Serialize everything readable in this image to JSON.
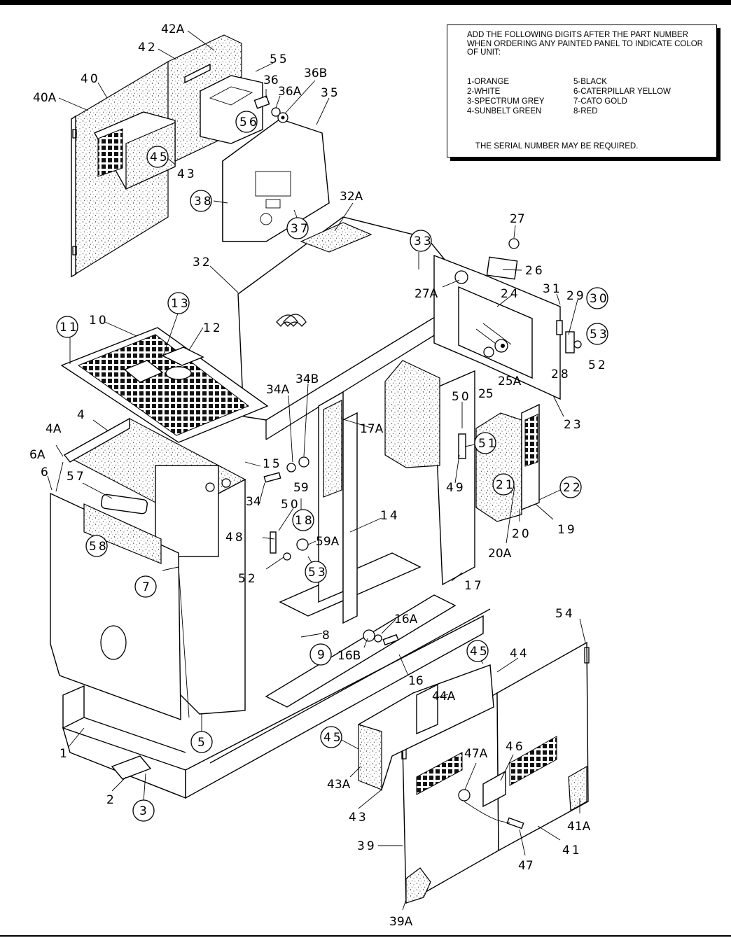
{
  "note": {
    "text": "ADD THE FOLLOWING DIGITS AFTER THE PART NUMBER WHEN ORDERING ANY PAINTED PANEL TO INDICATE COLOR OF UNIT:",
    "colors_left": [
      "1-ORANGE",
      "2-WHITE",
      "3-SPECTRUM GREY",
      "4-SUNBELT GREEN"
    ],
    "colors_right": [
      "5-BLACK",
      "6-CATERPILLAR YELLOW",
      "7-CATO GOLD",
      "8-RED"
    ],
    "serial": "THE SERIAL NUMBER MAY BE REQUIRED."
  },
  "callouts": {
    "c42A": "42A",
    "c42": "42",
    "c40": "40",
    "c40A": "40A",
    "c55": "55",
    "c36": "36",
    "c36A": "36A",
    "c36B": "36B",
    "c35": "35",
    "c56": "56",
    "c45a": "45",
    "c43a": "43",
    "c38": "38",
    "c37": "37",
    "c32A": "32A",
    "c33": "33",
    "c27": "27",
    "c26": "26",
    "c27A": "27A",
    "c24": "24",
    "c31": "31",
    "c29": "29",
    "c30": "30",
    "c53a": "53",
    "c52a": "52",
    "c28": "28",
    "c25": "25",
    "c25A": "25A",
    "c23": "23",
    "c32": "32",
    "c13": "13",
    "c12": "12",
    "c11": "11",
    "c10": "10",
    "c34A": "34A",
    "c34B": "34B",
    "c17A": "17A",
    "c50a": "50",
    "c51": "51",
    "c22": "22",
    "c21": "21",
    "c19": "19",
    "c20": "20",
    "c20A": "20A",
    "c4": "4",
    "c4A": "4A",
    "c6A": "6A",
    "c6": "6",
    "c57": "57",
    "c15": "15",
    "c59": "59",
    "c50b": "50",
    "c34": "34",
    "c18": "18",
    "c14": "14",
    "c49": "49",
    "c58": "58",
    "c48": "48",
    "c59A": "59A",
    "c17": "17",
    "c7": "7",
    "c52b": "52",
    "c53b": "53",
    "c54": "54",
    "c8": "8",
    "c16A": "16A",
    "c45b": "45",
    "c44": "44",
    "c9": "9",
    "c16B": "16B",
    "c16": "16",
    "c44A": "44A",
    "c1": "1",
    "c5": "5",
    "c45c": "45",
    "c47A": "47A",
    "c46": "46",
    "c2": "2",
    "c3": "3",
    "c43A": "43A",
    "c43b": "43",
    "c41A": "41A",
    "c39": "39",
    "c41": "41",
    "c47": "47",
    "c39A": "39A"
  }
}
